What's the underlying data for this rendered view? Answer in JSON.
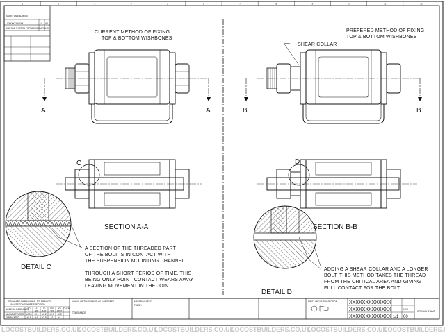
{
  "left_view": {
    "title_line1": "CURRENT METHOD OF FIXING",
    "title_line2": "TOP & BOTTOM WISHBONES",
    "section_marker_left": "A",
    "section_marker_right": "A",
    "detail_marker": "C",
    "section_label": "SECTION A-A",
    "detail_label": "DETAIL C",
    "note1": [
      "A SECTION OF THE THREADED PART",
      "OF THE BOLT IS IN CONTACT WITH",
      "THE SUSPENSION MOUNTING CHANNEL"
    ],
    "note2": [
      "THROUGH A SHORT PERIOD OF TIME, THIS",
      "BEING ONLY POINT CONTACT WEARS AWAY",
      "LEAVING MOVEMENT IN THE JOINT"
    ]
  },
  "right_view": {
    "title_line1": "PREFERED METHOD OF FIXING",
    "title_line2": "TOP & BOTTOM WISHBONES",
    "collar_label": "SHEAR COLLAR",
    "section_marker_left": "B",
    "section_marker_right": "B",
    "detail_marker": "D",
    "section_label": "SECTION B-B",
    "detail_label": "DETAIL D",
    "note": [
      "ADDING A SHEAR COLLAR AND A LONGER",
      "BOLT, THIS METHOD TAKES THE THREAD",
      "FROM THE CRITICAL AREA AND GIVING",
      "FULL CONTACT FOR THE BOLT"
    ]
  },
  "border": {
    "columns": [
      "1",
      "2",
      "3",
      "4",
      "5",
      "6",
      "7",
      "8",
      "9",
      "10",
      "11",
      "12"
    ]
  },
  "revision_block": {
    "header": "ISSUE / AMENDMENT",
    "number": "XXXXXXXXXXX",
    "sheet": "1/1",
    "size": "A4",
    "note": "USE CAD SYSTEM FOR MODIFICATIONS"
  },
  "title_block": {
    "tolerance_title": "STANDARD DIMENSIONAL TOLERANCES",
    "tolerance_sub": "UNLESS OTHERWISE SPECIFIED",
    "nominal_label": "NOMINAL DIMENSION",
    "manufactured_label": "MANUFACTURED",
    "fabricated_label": "FABRICATED",
    "nominal_to": [
      "TO",
      "6",
      "30",
      "120",
      "400",
      "OVER"
    ],
    "nominal_from": [
      "6",
      "30",
      "120",
      "400",
      "1000",
      ""
    ],
    "manufactured_vals": [
      "±0.05",
      "±0.1",
      "±0.2",
      "±0.3",
      "±0.5",
      ""
    ],
    "fabricated_vals": [
      "±0.5",
      "±1",
      "±1.5",
      "±2",
      "±3",
      ""
    ],
    "angular_tol": "ANGULAR TOLERANCE  ± 0.5 DEGREES",
    "tolerance_label": "TOLERANCE",
    "material_spec": "MATERIAL SPEC",
    "finish": "FINISH",
    "projection": "FIRST ANGLE PROJECTION",
    "drawing_numbers": [
      "XXXXXXXXXXXXX",
      "XXXXXXXXXXXXX",
      "XXXXXXXXXXXXX"
    ],
    "sheet": "1/1",
    "issue": "00",
    "scale": "1:XX",
    "stamp": "OFFICIAL STAMP"
  },
  "watermark": "LOCOSTBUILDERS.CO.UK"
}
